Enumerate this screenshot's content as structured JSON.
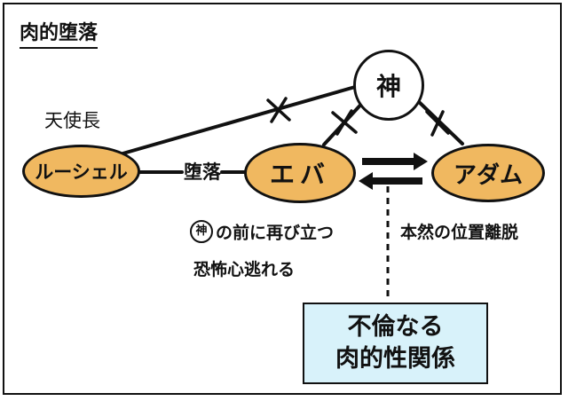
{
  "title": "肉的堕落",
  "nodes": {
    "god": "神",
    "lucifer": "ルーシェル",
    "eve": "エバ",
    "adam": "アダム"
  },
  "labels": {
    "archangel": "天使長",
    "fall": "堕落",
    "eve_note_god": "神",
    "eve_note_line1_rest": "の前に再び立つ",
    "eve_note_line2": "恐怖心逃れる",
    "adam_note": "本然の位置離脱"
  },
  "box": {
    "line1": "不倫なる",
    "line2": "肉的性関係"
  },
  "colors": {
    "oval_fill": "#f0b860",
    "box_fill": "#d8f2fa",
    "stroke": "#111111"
  }
}
